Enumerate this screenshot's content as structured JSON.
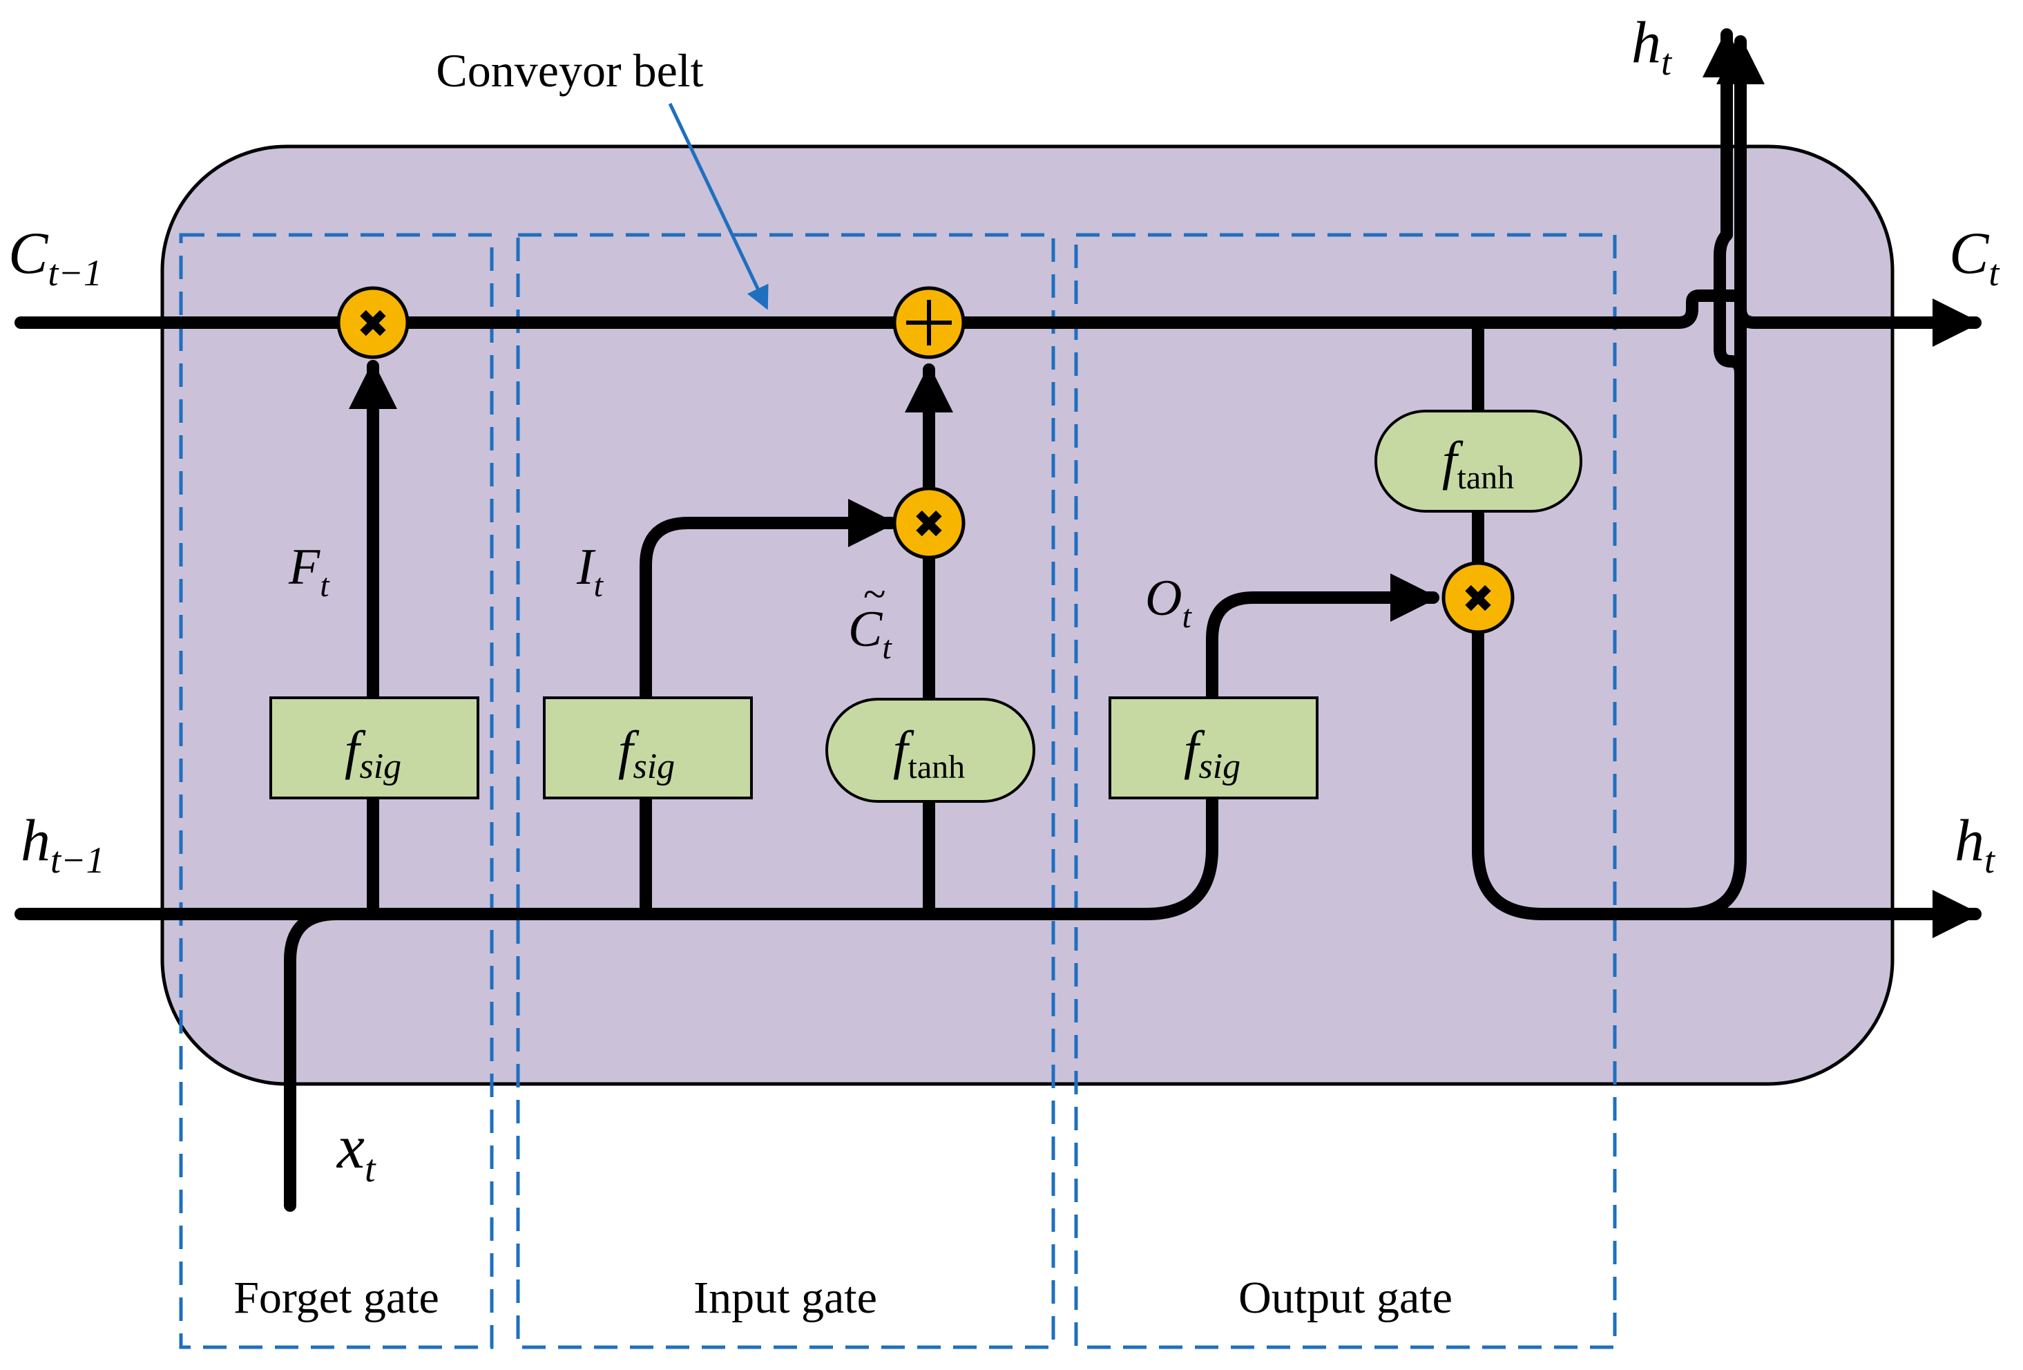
{
  "title": "Conveyor belt",
  "gates": {
    "forget": "Forget gate",
    "input": "Input gate",
    "output": "Output gate"
  },
  "io": {
    "c_prev": {
      "base": "C",
      "sub": "t−1"
    },
    "c_next": {
      "base": "C",
      "sub": "t"
    },
    "h_prev": {
      "base": "h",
      "sub": "t−1"
    },
    "h_next_right": {
      "base": "h",
      "sub": "t"
    },
    "h_next_top": {
      "base": "h",
      "sub": "t"
    },
    "x_in": {
      "base": "x",
      "sub": "t"
    }
  },
  "signals": {
    "forget": {
      "base": "F",
      "sub": "t"
    },
    "input": {
      "base": "I",
      "sub": "t"
    },
    "candidate": {
      "base": "C",
      "sub": "t",
      "accent": "~"
    },
    "output": {
      "base": "O",
      "sub": "t"
    }
  },
  "blocks": {
    "sig_forget": {
      "f": "f",
      "sub": "sig"
    },
    "sig_input": {
      "f": "f",
      "sub": "sig"
    },
    "tanh_candidate": {
      "f": "f",
      "sub": "tanh"
    },
    "sig_output": {
      "f": "f",
      "sub": "sig"
    },
    "tanh_cell": {
      "f": "f",
      "sub": "tanh"
    }
  },
  "operators": {
    "multiply": "✖",
    "add": "+"
  },
  "colors": {
    "cell_fill": "#cbc1d9",
    "block_fill": "#c6d9a2",
    "operator_fill": "#f7b500",
    "gate_border": "#1f6fbf",
    "pointer": "#1f6fbf",
    "line": "#000000"
  }
}
